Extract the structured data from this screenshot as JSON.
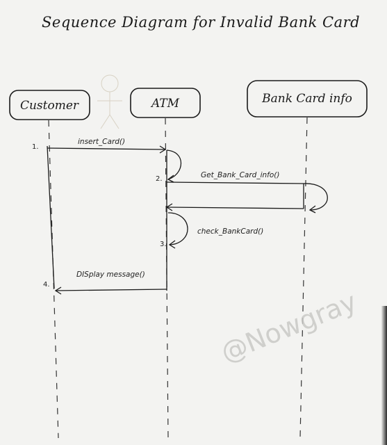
{
  "title": "Sequence Diagram for Invalid Bank Card",
  "watermark": "@Nowgray",
  "actors": [
    {
      "id": "customer",
      "label": "Customer"
    },
    {
      "id": "atm",
      "label": "ATM"
    },
    {
      "id": "bank",
      "label": "Bank Card info"
    }
  ],
  "messages": [
    {
      "number": "1.",
      "label": "insert_Card()"
    },
    {
      "number": "2.",
      "label": "Get_Bank_Card_info()"
    },
    {
      "number": "3.",
      "label": "check_BankCard()"
    },
    {
      "number": "4.",
      "label": "DISplay message()"
    }
  ]
}
